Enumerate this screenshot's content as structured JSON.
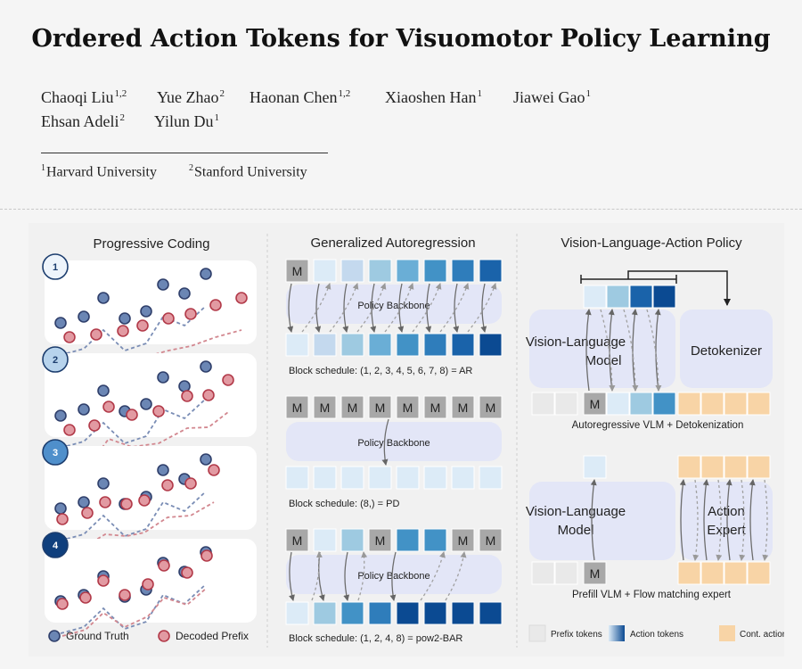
{
  "paper": {
    "title": "Ordered Action Tokens for Visuomotor Policy Learning",
    "authors": [
      {
        "name": "Chaoqi Liu",
        "aff": "1,2"
      },
      {
        "name": "Yue Zhao",
        "aff": "2"
      },
      {
        "name": "Haonan Chen",
        "aff": "1,2"
      },
      {
        "name": "Xiaoshen Han",
        "aff": "1"
      },
      {
        "name": "Jiawei Gao",
        "aff": "1"
      },
      {
        "name": "Ehsan Adeli",
        "aff": "2"
      },
      {
        "name": "Yilun Du",
        "aff": "1"
      }
    ],
    "affiliations": [
      {
        "mark": "1",
        "name": "Harvard University"
      },
      {
        "mark": "2",
        "name": "Stanford University"
      }
    ]
  },
  "figure": {
    "colors": {
      "panel_bg": "#f1f1f1",
      "card_bg": "#ffffff",
      "gt_fill": "#6b86b4",
      "gt_stroke": "#2f3f6b",
      "pred_fill": "#e29aa2",
      "pred_stroke": "#b23a49",
      "backbone": "#e3e6f7",
      "mask": "#a8a8a8",
      "prefix": "#e9e9e9",
      "cont": "#f8d4a6",
      "action_scale": [
        "#dcebf7",
        "#c4d9ee",
        "#9ecae1",
        "#6aaed6",
        "#4292c6",
        "#2f7dbb",
        "#1a63aa",
        "#0b4a92",
        "#082c5c"
      ]
    },
    "coding": {
      "title": "Progressive Coding",
      "steps": [
        "1",
        "2",
        "3",
        "4"
      ],
      "legend": {
        "ground_truth": "Ground Truth",
        "decoded_prefix": "Decoded Prefix"
      }
    },
    "autoregression": {
      "title": "Generalized Autoregression",
      "mask_label": "M",
      "backbone_label": "Policy Backbone",
      "schedules": [
        "Block schedule: (1, 2, 3, 4, 5, 6, 7, 8) = AR",
        "Block schedule: (8,) = PD",
        "Block schedule: (1, 2, 4, 8) = pow2-BAR"
      ]
    },
    "vla": {
      "title": "Vision-Language-Action Policy",
      "vlm_label": "Vision-Language Model",
      "detokenizer_label": "Detokenizer",
      "expert_label": "Action Expert",
      "caption_top": "Autoregressive VLM + Detokenization",
      "caption_bottom": "Prefill VLM + Flow matching expert",
      "legend": {
        "prefix": "Prefix tokens",
        "action": "Action tokens",
        "cont": "Cont. actions"
      }
    }
  }
}
